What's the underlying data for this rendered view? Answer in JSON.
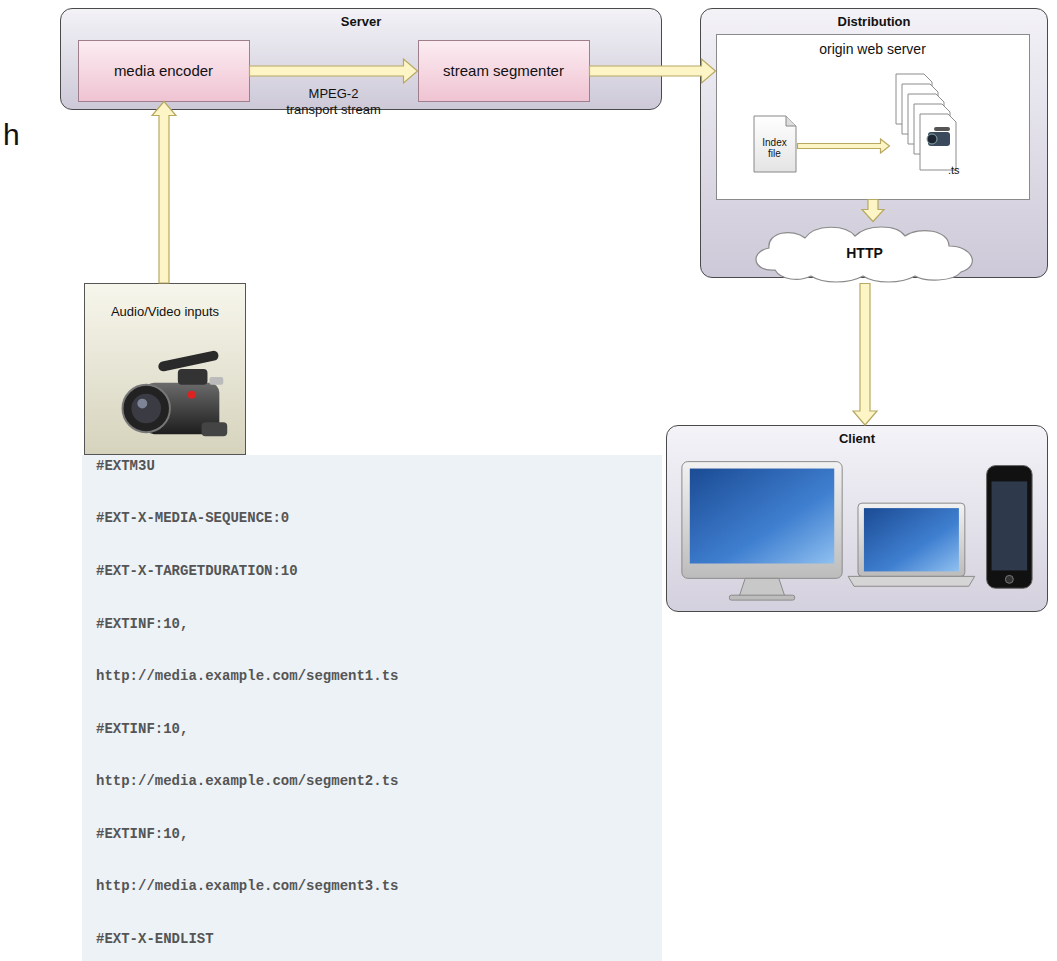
{
  "diagram": {
    "nodes": [
      {
        "text": [
          "Server"
        ]
      },
      {
        "text": [
          "media encoder"
        ],
        "in": 0
      },
      {
        "text": [
          "stream segmenter"
        ],
        "in": 0
      },
      {
        "text": [
          "Distribution"
        ]
      },
      {
        "text": [
          "origin web server"
        ],
        "in": 3
      },
      {
        "text": [
          "Index file"
        ],
        "in": 4
      },
      {
        "text": [
          ".ts"
        ],
        "in": 4
      },
      {
        "text": [
          "HTTP"
        ],
        "in": 3
      },
      {
        "text": [
          "Audio/Video inputs"
        ]
      },
      {
        "text": [
          "Client"
        ]
      }
    ],
    "edges": [
      {
        "from": 1,
        "to": 2,
        "label": "MPEG-2 transport stream",
        "arrow": "to"
      },
      {
        "from": 2,
        "to": 4,
        "arrow": "to"
      },
      {
        "from": 8,
        "to": 1,
        "arrow": "to"
      },
      {
        "from": 4,
        "to": 7,
        "arrow": "to"
      },
      {
        "from": 7,
        "to": 9,
        "arrow": "to"
      },
      {
        "from": 5,
        "to": 6,
        "arrow": "to"
      }
    ],
    "labels": [
      "h",
      "#EXTM3U",
      "#EXT-X-MEDIA-SEQUENCE:0",
      "#EXT-X-TARGETDURATION:10",
      "#EXTINF:10,",
      "http://media.example.com/segment1.ts",
      "#EXTINF:10,",
      "http://media.example.com/segment2.ts",
      "#EXTINF:10,",
      "http://media.example.com/segment3.ts",
      "#EXT-X-ENDLIST"
    ]
  }
}
